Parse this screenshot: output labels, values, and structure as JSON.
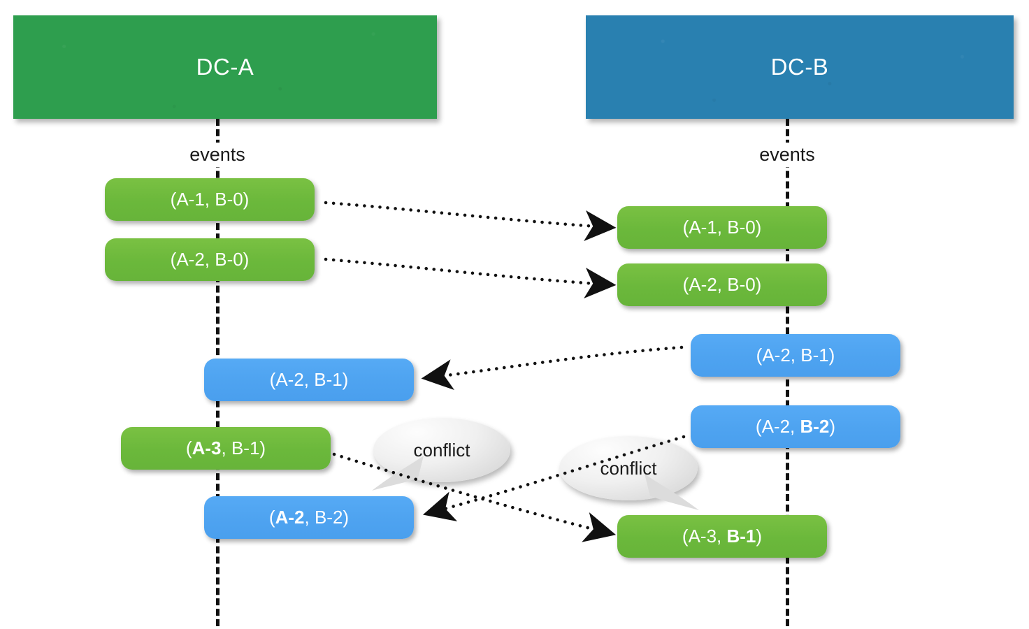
{
  "diagram": {
    "title": "DC-A / DC-B vector-clock replication with conflicts",
    "colors": {
      "dc_a_header": "#2e9e4e",
      "dc_b_header": "#2980b0",
      "event_green": "#6bb83b",
      "event_blue": "#4ea3f0",
      "bubble_gray": "#e8e8e8",
      "line_black": "#111111"
    }
  },
  "columns": [
    {
      "id": "dc-a",
      "header_label": "DC-A",
      "lifeline_label": "events",
      "header_color": "#2e9e4e"
    },
    {
      "id": "dc-b",
      "header_label": "DC-B",
      "lifeline_label": "events",
      "header_color": "#2980b0"
    }
  ],
  "events": {
    "dc_a": [
      {
        "id": "a1",
        "text": "(A-1, B-0)",
        "parts": [
          {
            "t": "(A-1, B-0)",
            "bold": false
          }
        ],
        "color": "green"
      },
      {
        "id": "a2",
        "text": "(A-2, B-0)",
        "parts": [
          {
            "t": "(A-2, B-0)",
            "bold": false
          }
        ],
        "color": "green"
      },
      {
        "id": "a3",
        "text": "(A-2, B-1)",
        "parts": [
          {
            "t": "(A-2, B-1)",
            "bold": false
          }
        ],
        "color": "blue"
      },
      {
        "id": "a4",
        "text": "(A-3, B-1)",
        "parts": [
          {
            "t": "(",
            "bold": false
          },
          {
            "t": "A-3",
            "bold": true
          },
          {
            "t": ", B-1)",
            "bold": false
          }
        ],
        "color": "green"
      },
      {
        "id": "a5",
        "text": "(A-2, B-2)",
        "parts": [
          {
            "t": "(",
            "bold": false
          },
          {
            "t": "A-2",
            "bold": true
          },
          {
            "t": ", B-2)",
            "bold": false
          }
        ],
        "color": "blue"
      }
    ],
    "dc_b": [
      {
        "id": "b1",
        "text": "(A-1, B-0)",
        "parts": [
          {
            "t": "(A-1, B-0)",
            "bold": false
          }
        ],
        "color": "green"
      },
      {
        "id": "b2",
        "text": "(A-2, B-0)",
        "parts": [
          {
            "t": "(A-2, B-0)",
            "bold": false
          }
        ],
        "color": "green"
      },
      {
        "id": "b3",
        "text": "(A-2, B-1)",
        "parts": [
          {
            "t": "(A-2, B-1)",
            "bold": false
          }
        ],
        "color": "blue"
      },
      {
        "id": "b4",
        "text": "(A-2, B-2)",
        "parts": [
          {
            "t": "(A-2, ",
            "bold": false
          },
          {
            "t": "B-2",
            "bold": true
          },
          {
            "t": ")",
            "bold": false
          }
        ],
        "color": "blue"
      },
      {
        "id": "b5",
        "text": "(A-3, B-1)",
        "parts": [
          {
            "t": "(A-3, ",
            "bold": false
          },
          {
            "t": "B-1",
            "bold": true
          },
          {
            "t": ")",
            "bold": false
          }
        ],
        "color": "green"
      }
    ]
  },
  "annotations": [
    {
      "id": "conflict-left",
      "label": "conflict"
    },
    {
      "id": "conflict-right",
      "label": "conflict"
    }
  ],
  "replication_arrows": [
    {
      "from": "dc-a.a1",
      "to": "dc-b.b1",
      "direction": "right"
    },
    {
      "from": "dc-a.a2",
      "to": "dc-b.b2",
      "direction": "right"
    },
    {
      "from": "dc-b.b3",
      "to": "dc-a.a3",
      "direction": "left"
    },
    {
      "from": "dc-a.a4",
      "to": "dc-b.b5",
      "direction": "right"
    },
    {
      "from": "dc-b.b4",
      "to": "dc-a.a5",
      "direction": "left"
    }
  ]
}
